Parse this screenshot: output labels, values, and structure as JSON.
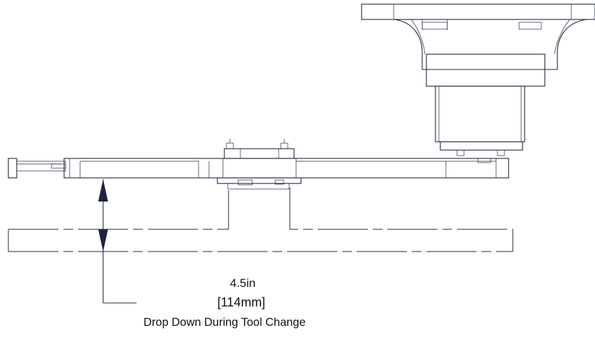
{
  "dimension": {
    "imperial": "4.5in",
    "metric": "[114mm]",
    "caption": "Drop Down During Tool Change"
  }
}
